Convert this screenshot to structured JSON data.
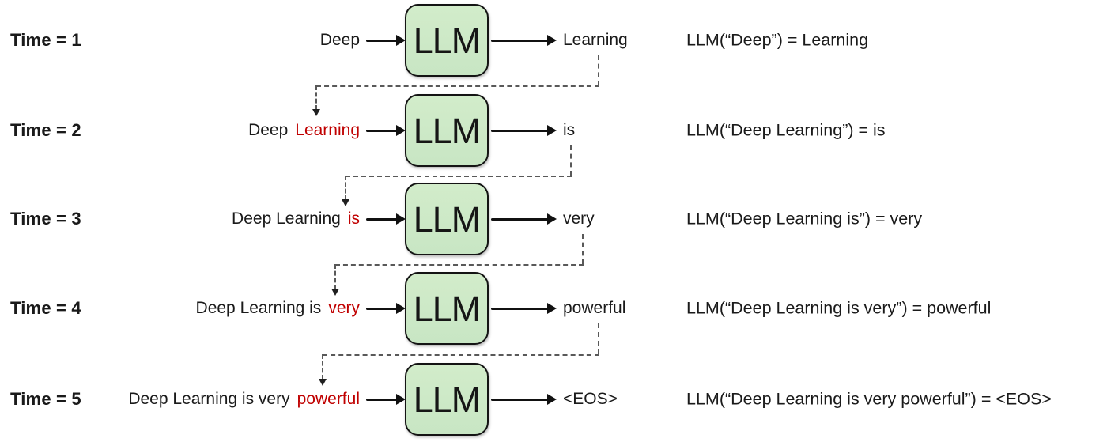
{
  "llm_label": "LLM",
  "colors": {
    "box_fill": "#c8e6c4",
    "box_border": "#141414",
    "text": "#1a1a1a",
    "new_token": "#c00000",
    "connector": "#595959",
    "arrow": "#111111"
  },
  "rows": [
    {
      "time_label": "Time = 1",
      "input_prefix": "Deep",
      "input_new": "",
      "output": "Learning",
      "equation": "LLM(“Deep”) = Learning"
    },
    {
      "time_label": "Time = 2",
      "input_prefix": "Deep",
      "input_new": "Learning",
      "output": "is",
      "equation": "LLM(“Deep Learning”) = is"
    },
    {
      "time_label": "Time = 3",
      "input_prefix": "Deep Learning",
      "input_new": "is",
      "output": "very",
      "equation": "LLM(“Deep Learning is”) = very"
    },
    {
      "time_label": "Time = 4",
      "input_prefix": "Deep Learning is",
      "input_new": "very",
      "output": "powerful",
      "equation": "LLM(“Deep Learning is very”) = powerful"
    },
    {
      "time_label": "Time = 5",
      "input_prefix": "Deep Learning is very",
      "input_new": "powerful",
      "output": "<EOS>",
      "equation": "LLM(“Deep Learning is very powerful”) = <EOS>"
    }
  ]
}
